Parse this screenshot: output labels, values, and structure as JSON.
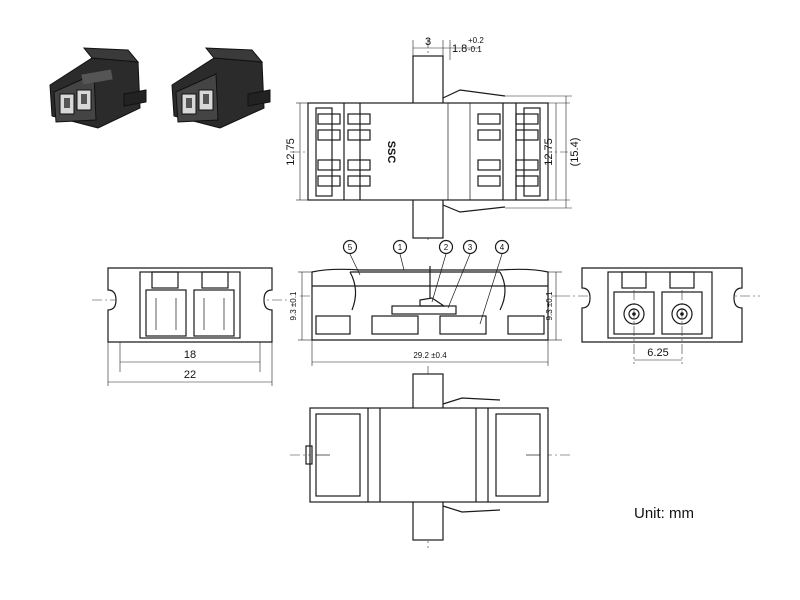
{
  "unit_label": "Unit: mm",
  "logo_text": "SSC",
  "dimensions": {
    "top_width": "3",
    "top_tol_value": "1.8",
    "top_tol_plus": "+0.2",
    "top_tol_minus": "-0.1",
    "top_left_height": "12.75",
    "top_right_height": "12.75",
    "top_overall_height": "(15.4)",
    "left_inner_width": "18",
    "left_outer_width": "22",
    "side_height_left": "9.3 ±0.1",
    "side_height_right": "9.3 ±0.1",
    "side_length": "29.2 ±0.4",
    "pitch": "6.25"
  },
  "callouts": [
    "5",
    "1",
    "2",
    "3",
    "4"
  ],
  "colors": {
    "line": "#1a1a1a",
    "photo_body": "#2a2a2a",
    "photo_face": "#d9d9d9"
  }
}
